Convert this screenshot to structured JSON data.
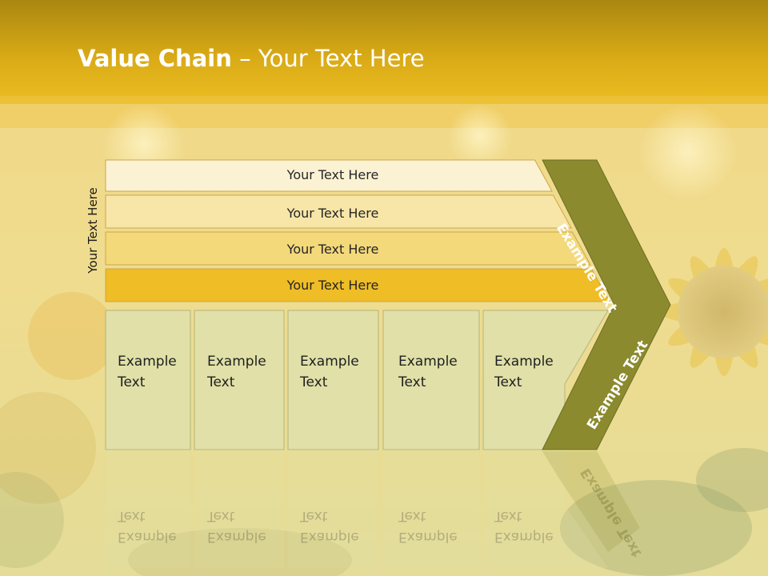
{
  "slide": {
    "title_bold": "Value Chain",
    "title_rest": " – Your Text Here",
    "side_label": "Your Text Here"
  },
  "bars": [
    {
      "label": "Your Text Here",
      "color": "#fbf2d4"
    },
    {
      "label": "Your Text Here",
      "color": "#f8e6a8"
    },
    {
      "label": "Your Text Here",
      "color": "#f4d97a"
    },
    {
      "label": "Your Text Here",
      "color": "#efbd25"
    }
  ],
  "boxes": [
    {
      "label": "Example Text"
    },
    {
      "label": "Example Text"
    },
    {
      "label": "Example Text"
    },
    {
      "label": "Example Text"
    },
    {
      "label": "Example Text"
    }
  ],
  "chevron": {
    "upper_label": "Example Text",
    "lower_label": "Example Text",
    "color": "#8b8a2e"
  },
  "colors": {
    "header_band": "#e8b417",
    "box_fill": "#e0e0a8",
    "box_border": "#b4b47a"
  }
}
